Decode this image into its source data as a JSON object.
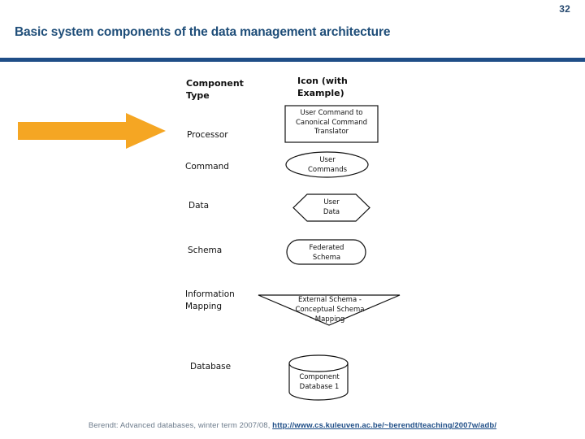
{
  "slide": {
    "page_number": "32",
    "title": "Basic system components of the data management architecture",
    "divider_color": "#1f4e87",
    "title_color": "#1f4e79",
    "background_color": "#ffffff"
  },
  "pointer": {
    "name": "orange-right-arrow",
    "color": "#f5a623"
  },
  "figure": {
    "headers": {
      "column_type": "Component\nType",
      "column_icon": "Icon (with\nExample)"
    },
    "rows": [
      {
        "type_label": "Processor",
        "icon_shape": "rectangle",
        "icon_text": "User Command to\nCanonical Command\nTranslator"
      },
      {
        "type_label": "Command",
        "icon_shape": "ellipse",
        "icon_text": "User\nCommands"
      },
      {
        "type_label": "Data",
        "icon_shape": "hexagon",
        "icon_text": "User\nData"
      },
      {
        "type_label": "Schema",
        "icon_shape": "rounded-rectangle",
        "icon_text": "Federated\nSchema"
      },
      {
        "type_label": "Information\nMapping",
        "icon_shape": "inverted-triangle",
        "icon_text": "External Schema -\nConceptual Schema\nMapping"
      },
      {
        "type_label": "Database",
        "icon_shape": "cylinder",
        "icon_text": "Component\nDatabase 1"
      }
    ],
    "stroke_color": "#111111"
  },
  "footer": {
    "text": "Berendt: Advanced databases, winter term 2007/08, ",
    "link": "http://www.cs.kuleuven.ac.be/~berendt/teaching/2007w/adb/",
    "text_color": "#6d7c8c",
    "link_color": "#1f4e87"
  }
}
